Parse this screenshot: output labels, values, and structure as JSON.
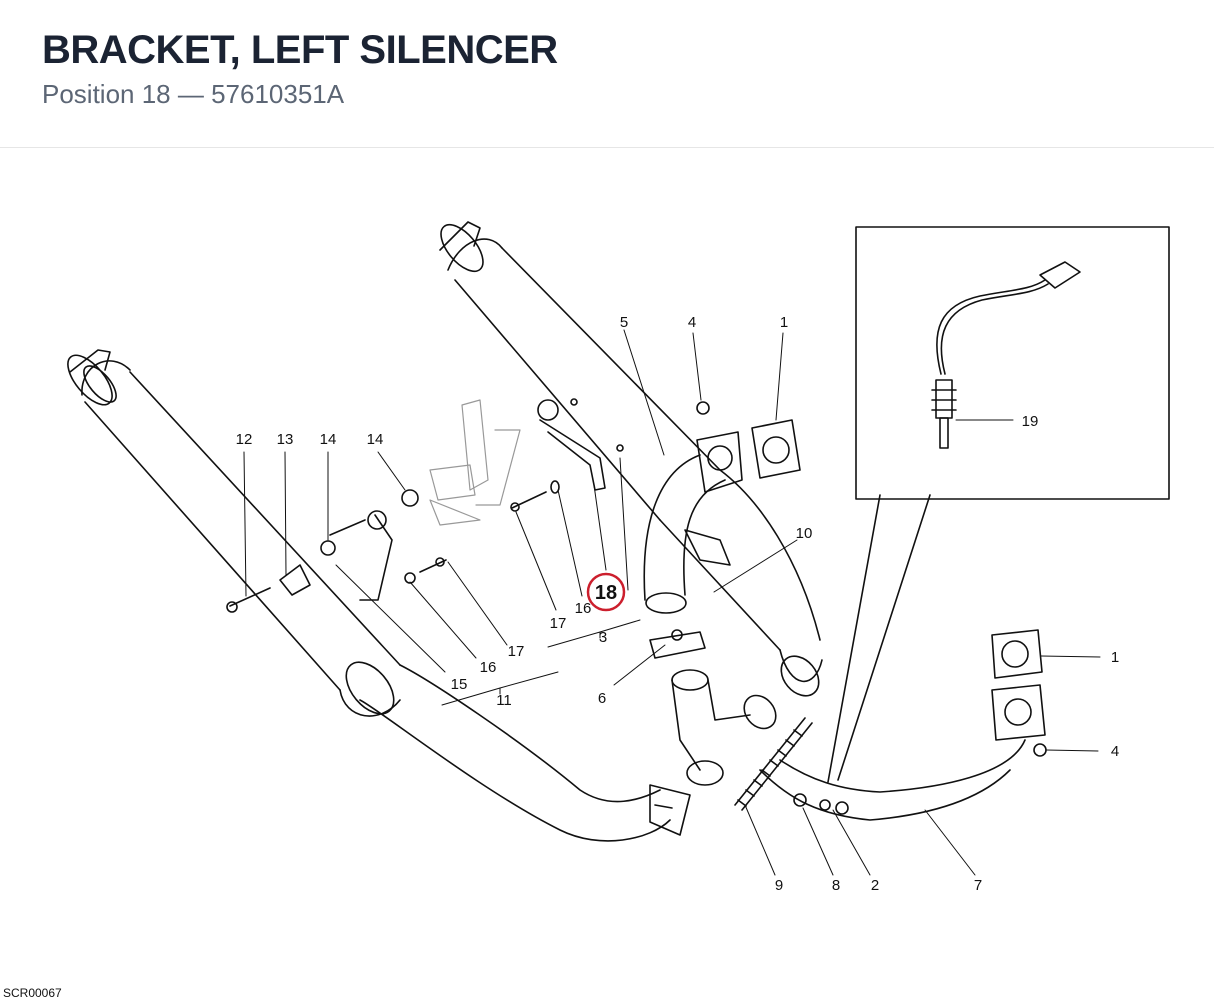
{
  "header": {
    "title": "BRACKET, LEFT SILENCER",
    "subtitle": "Position 18 — 57610351A"
  },
  "diagram": {
    "highlight": {
      "label": "18",
      "color": "#cc1f2d"
    },
    "callouts": [
      {
        "id": "c12",
        "label": "12"
      },
      {
        "id": "c13",
        "label": "13"
      },
      {
        "id": "c14a",
        "label": "14"
      },
      {
        "id": "c14b",
        "label": "14"
      },
      {
        "id": "c15",
        "label": "15"
      },
      {
        "id": "c16a",
        "label": "16"
      },
      {
        "id": "c17a",
        "label": "17"
      },
      {
        "id": "c11",
        "label": "11"
      },
      {
        "id": "c17b",
        "label": "17"
      },
      {
        "id": "c16b",
        "label": "16"
      },
      {
        "id": "c3",
        "label": "3"
      },
      {
        "id": "c5",
        "label": "5"
      },
      {
        "id": "c4a",
        "label": "4"
      },
      {
        "id": "c1a",
        "label": "1"
      },
      {
        "id": "c10",
        "label": "10"
      },
      {
        "id": "c6",
        "label": "6"
      },
      {
        "id": "c1b",
        "label": "1"
      },
      {
        "id": "c4b",
        "label": "4"
      },
      {
        "id": "c9",
        "label": "9"
      },
      {
        "id": "c8",
        "label": "8"
      },
      {
        "id": "c2",
        "label": "2"
      },
      {
        "id": "c7",
        "label": "7"
      },
      {
        "id": "c19",
        "label": "19"
      }
    ]
  },
  "footer": {
    "code": "SCR00067"
  }
}
